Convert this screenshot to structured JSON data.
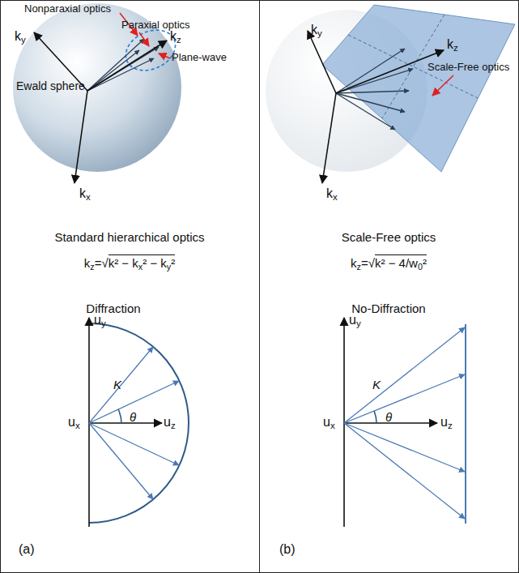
{
  "diagram": {
    "nodes": [
      {
        "text": [
          "(a)"
        ]
      },
      {
        "text": [
          "(b)"
        ]
      }
    ],
    "labels": [
      "Nonparaxial optics",
      "Paraxial optics",
      "Plane-wave",
      "ky",
      "kz",
      "Ewald sphere",
      "kx",
      "Standard hierarchical optics",
      "kz=√k² − kx² − ky²",
      "Diffraction",
      "uy",
      "K",
      "θ",
      "ux",
      "uz",
      "ky",
      "kz",
      "Scale-Free optics",
      "kx",
      "Scale-Free optics",
      "kz=√k² − 4/w0²",
      "No-Diffraction",
      "uy",
      "K",
      "θ",
      "ux",
      "uz"
    ]
  }
}
